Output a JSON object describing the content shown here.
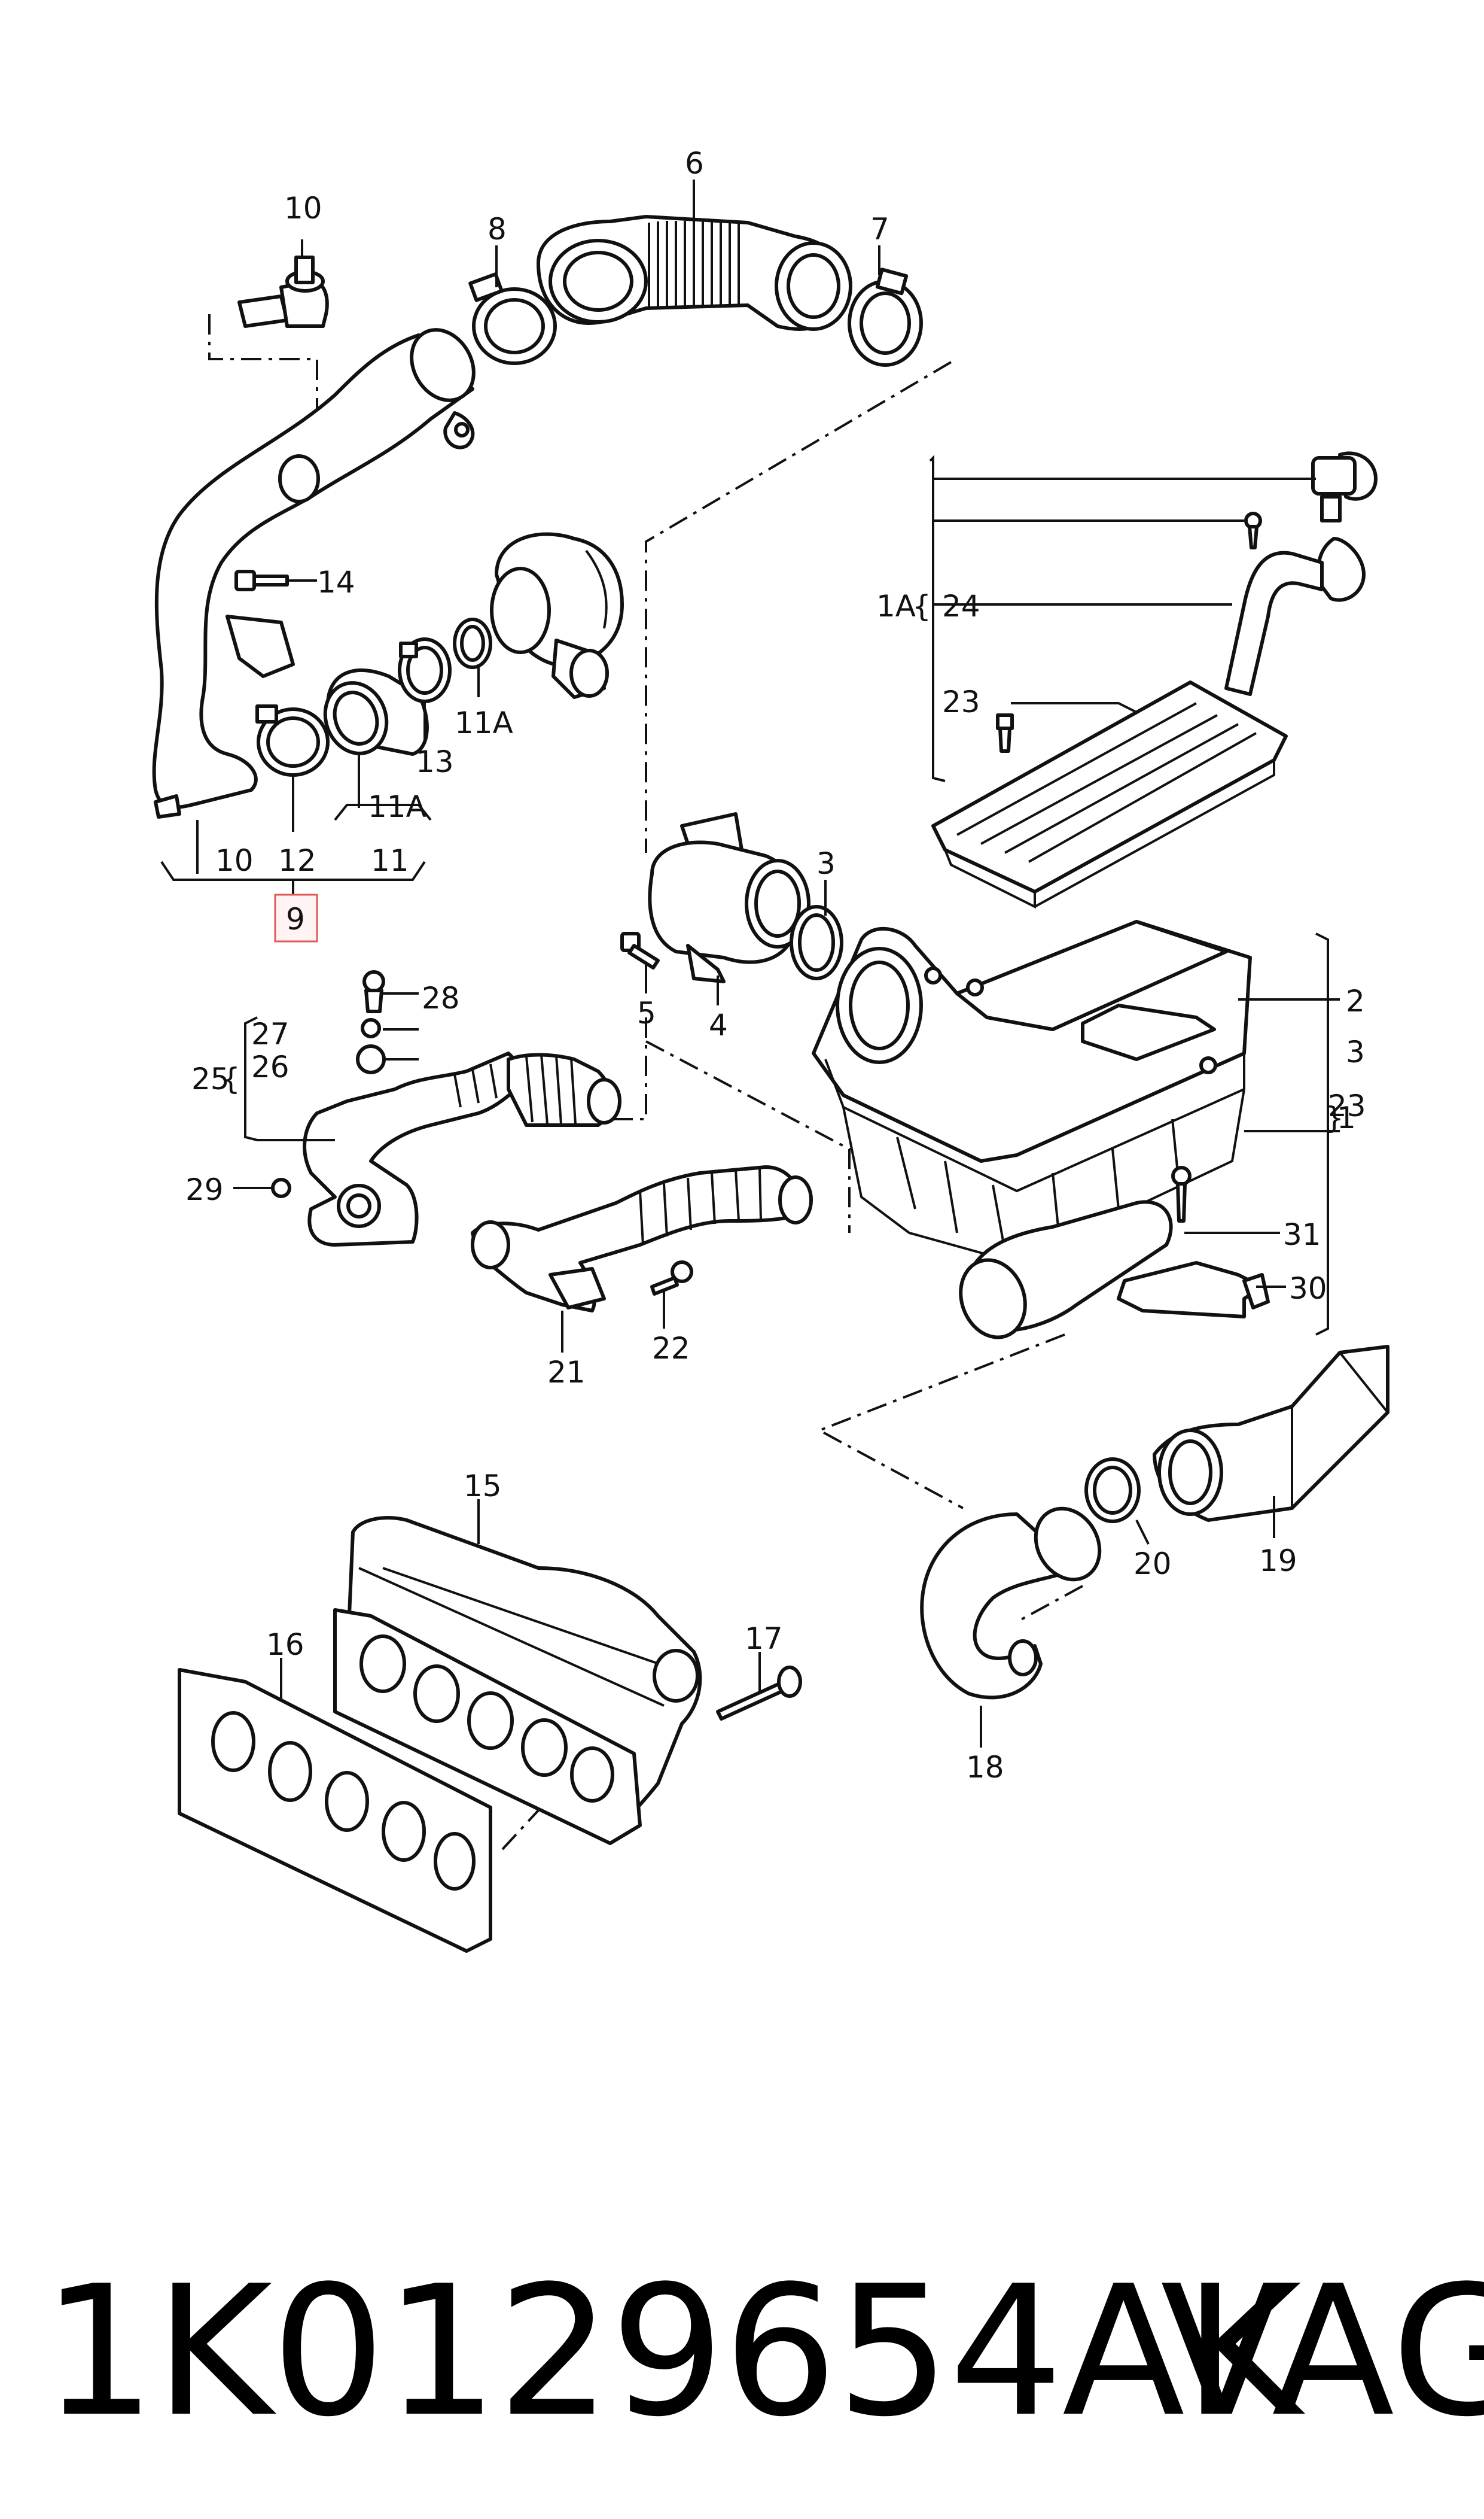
{
  "diagram": {
    "highlight_label": "9",
    "callouts": {
      "c6": "6",
      "c8": "8",
      "c7": "7",
      "c10_top": "10",
      "c14": "14",
      "c11A_top": "11A",
      "c13": "13",
      "c11A_mid": "11A",
      "c10_bot": "10",
      "c12": "12",
      "c11": "11",
      "c9": "9",
      "c1A": "1A",
      "c24": "24",
      "c23_top": "23",
      "c3_top": "3",
      "c4": "4",
      "c5": "5",
      "c2": "2",
      "c3_right": "3",
      "c23_right": "23",
      "c1": "1",
      "c28": "28",
      "c27": "27",
      "c25": "25",
      "c26": "26",
      "c29": "29",
      "c31": "31",
      "c30": "30",
      "c21": "21",
      "c22": "22",
      "c15": "15",
      "c16": "16",
      "c17": "17",
      "c20": "20",
      "c19": "19",
      "c18": "18"
    },
    "icons": [
      "intake-pipe",
      "corrugated-hose",
      "hose-clamp",
      "turbocharger",
      "sensor",
      "air-mass-meter",
      "air-filter-housing",
      "filter-element",
      "breather-hose",
      "intake-manifold",
      "manifold-gasket",
      "air-duct",
      "bolt"
    ]
  },
  "footer": {
    "part_number": "1K0129654AK",
    "brand": "VAG"
  }
}
